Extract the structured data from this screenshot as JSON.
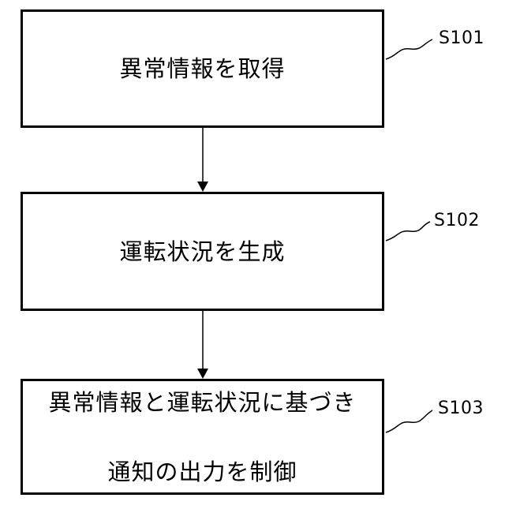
{
  "steps": [
    {
      "id": "S101",
      "lines": [
        "異常情報を取得"
      ]
    },
    {
      "id": "S102",
      "lines": [
        "運転状況を生成"
      ]
    },
    {
      "id": "S103",
      "lines": [
        "異常情報と運転状況に基づき",
        "通知の出力を制御"
      ]
    }
  ],
  "colors": {
    "stroke": "#000000",
    "background": "#ffffff"
  }
}
